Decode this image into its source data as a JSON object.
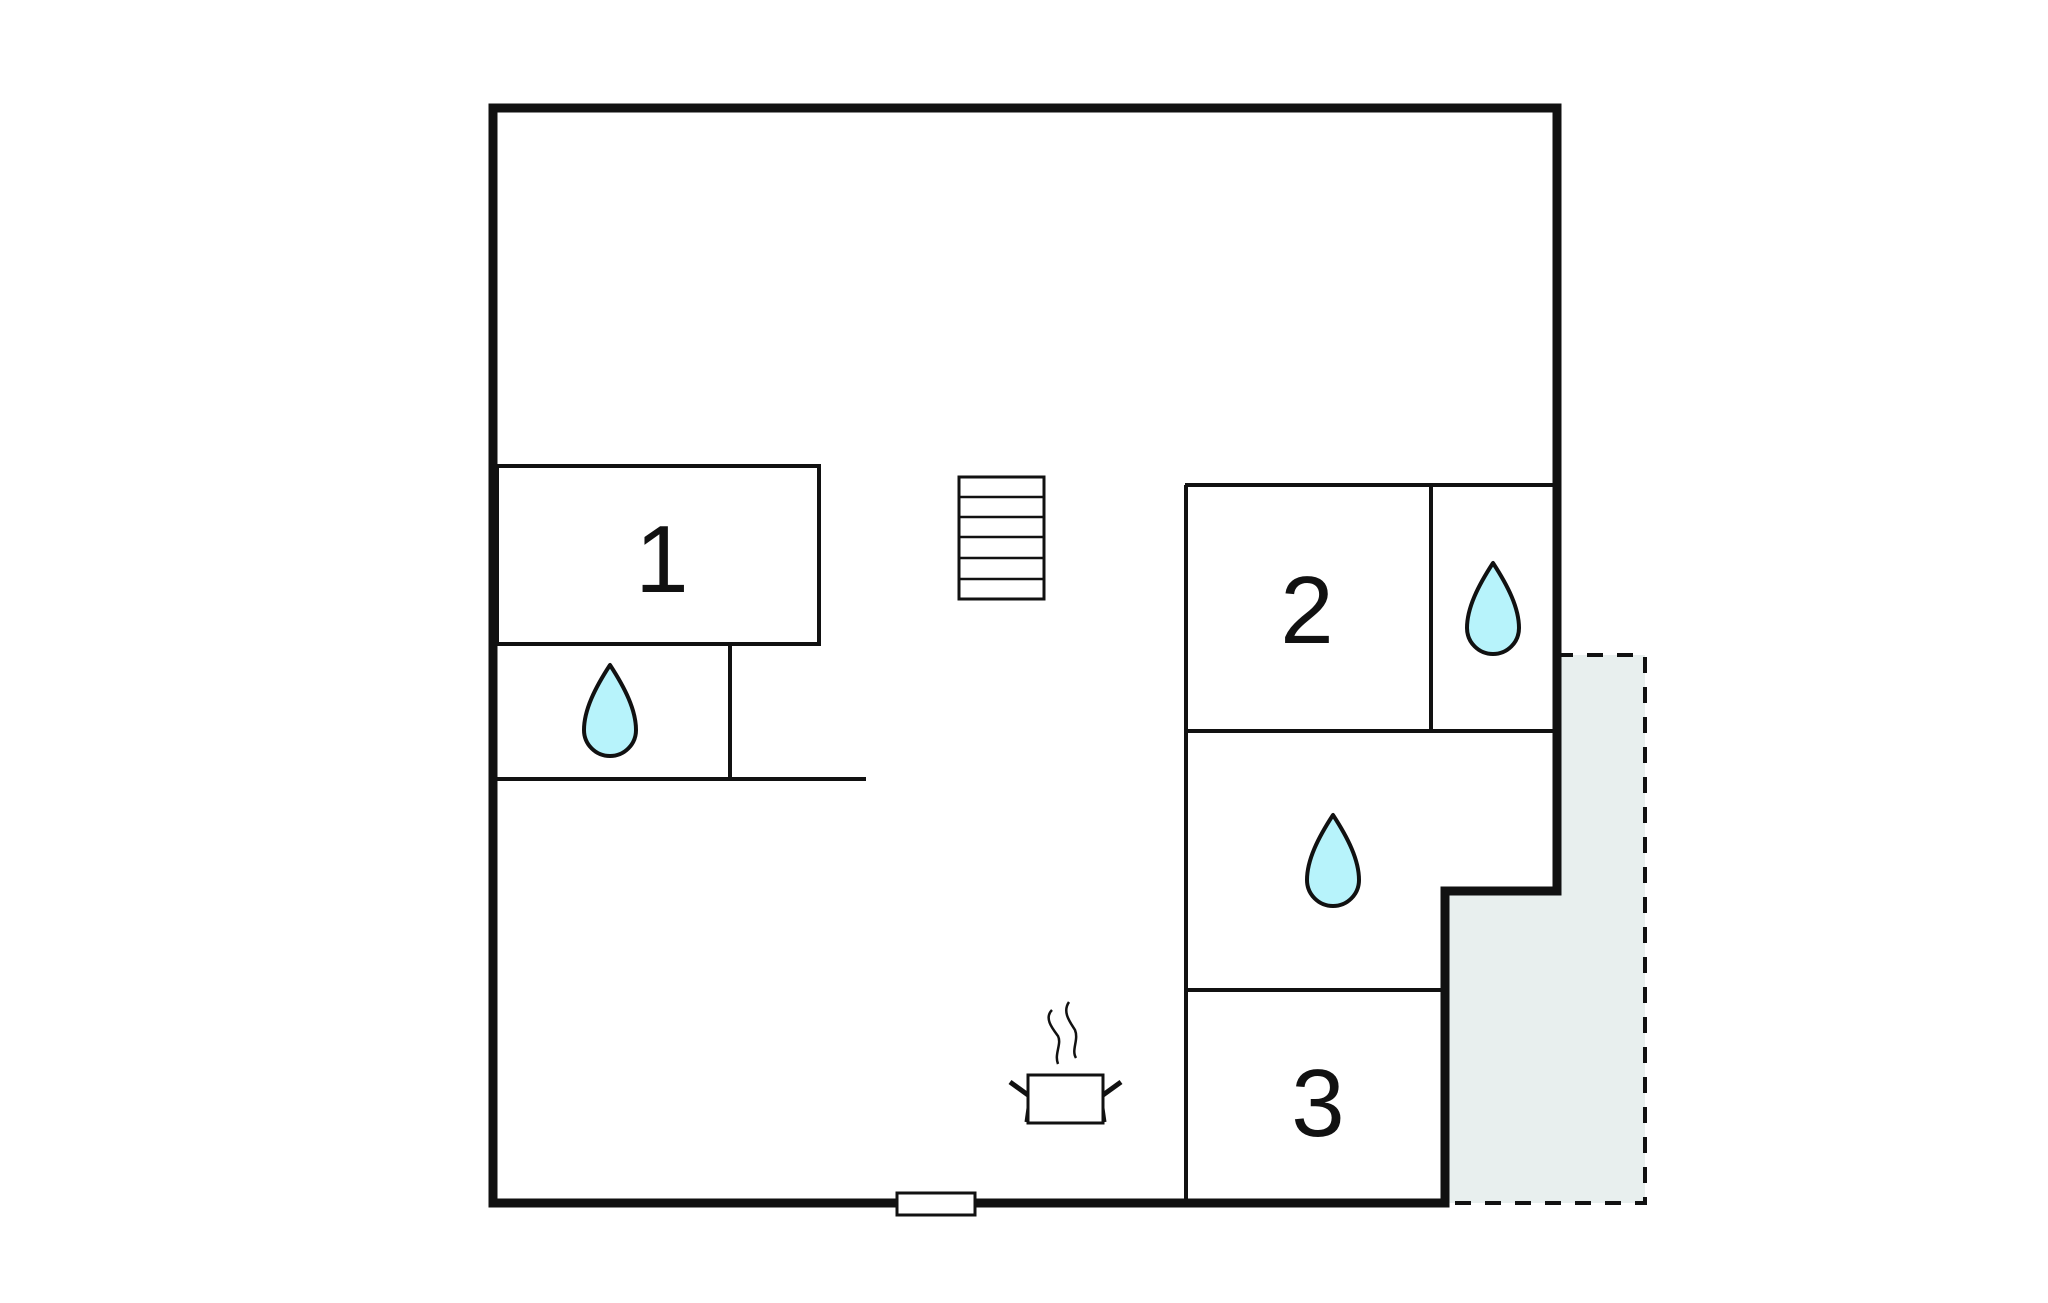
{
  "rooms": [
    {
      "id": "bedroom-1",
      "number": "1"
    },
    {
      "id": "bedroom-2",
      "number": "2"
    },
    {
      "id": "bedroom-3",
      "number": "3"
    }
  ],
  "icons": {
    "bathroom": "water-drop-icon",
    "kitchen": "cooking-pot-icon",
    "stairs": "stairs-icon",
    "entrance": "door-icon"
  },
  "colors": {
    "wall": "#111111",
    "water_drop": "#b7f3fb",
    "terrace": "#e8efee",
    "background": "#ffffff"
  }
}
